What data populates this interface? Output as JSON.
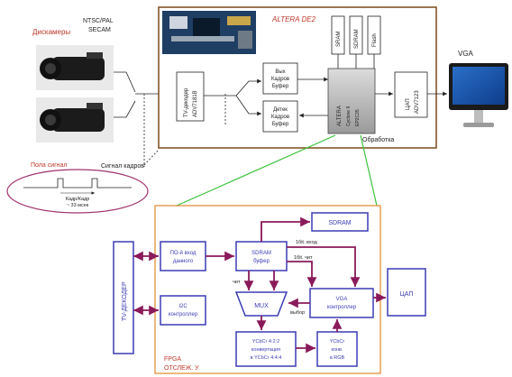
{
  "top": {
    "camera_label": "Дискамеры",
    "standard_label_1": "NTSC/PAL",
    "standard_label_2": "SECAM",
    "board_title": "ALTERA DE2",
    "decoder_label_1": "TV-декодер",
    "decoder_label_2": "ADV7181B",
    "buffer1_lines": [
      "Вых",
      "Кадров",
      "Буфер"
    ],
    "buffer2_lines": [
      "Детек",
      "Кадров",
      "Буфер"
    ],
    "sram_label": "SRAM",
    "sdram_label": "SDRAM",
    "flash_label": "Flash",
    "fpga_lines": [
      "ALTERA",
      "Cyclone II",
      "EP2C35"
    ],
    "dac_label_1": "ЦАП",
    "dac_label_2": "ADV7123",
    "processing_label": "Обработка",
    "vga_label": "VGA",
    "sync_label": "Сигнал кадров",
    "pulse_label": "Пола сигнал",
    "timing_label_1": "Кадр/Кадр",
    "timing_label_2": "~ 33 мсек"
  },
  "bottom": {
    "tv_decoder_label": "TV-ДЕКОДЕР",
    "sdram_label": "SDRAM",
    "input_block_lines": [
      "ПО-й вход",
      "данного"
    ],
    "i2c_lines": [
      "I2C",
      "контроллер"
    ],
    "sdram_buffer_lines": [
      "SDRAM",
      "буфер"
    ],
    "mux_label": "MUX",
    "vga_ctrl_lines": [
      "VGA",
      "контроллер"
    ],
    "dac_label": "ЦАП",
    "ycbcr_lines": [
      "YCbCr 4:2:2",
      "конвертация",
      "в YCbCr 4:4:4"
    ],
    "rgb_lines": [
      "YCbCr",
      "конв.",
      "в RGB"
    ],
    "fpga_footer_1": "FPGA",
    "fpga_footer_2": "ОТСЛЕЖ. У",
    "arrow_label_1": "1бit. вход",
    "arrow_label_2": "1бit. чит",
    "arrow_label_3": "чит",
    "arrow_label_4": "выбор"
  }
}
